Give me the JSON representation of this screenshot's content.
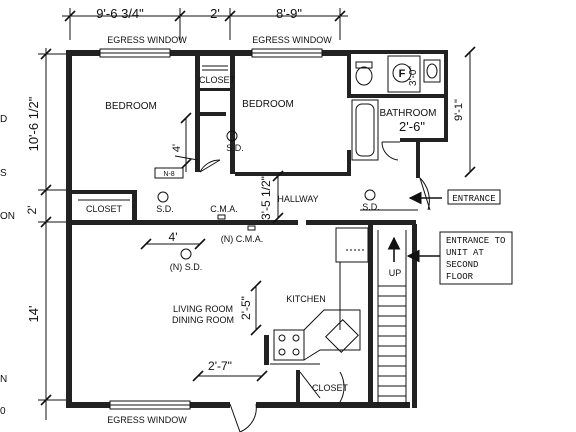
{
  "dimensions": {
    "top_left": "9'-6 3/4\"",
    "top_mid": "2'",
    "top_right": "8'-9\"",
    "left_upper": "10'-6 1/2\"",
    "left_mid": "2'",
    "left_lower": "14'",
    "bath_right": "9'-1\"",
    "bath_width": "2'-6\"",
    "shower": "3'-0\"",
    "closet_wall": "4'",
    "hallway_width": "3'-5 1/2\"",
    "living_wall": "4'",
    "kitchen_counter": "2'-5\"",
    "kitchen_floor": "2'-7\""
  },
  "rooms": {
    "bedroom_1": "BEDROOM",
    "bedroom_2": "BEDROOM",
    "closet_top": "CLOSET",
    "closet_left": "CLOSET",
    "closet_bottom": "CLOSET",
    "bathroom": "BATHROOM",
    "hallway": "HALLWAY",
    "kitchen": "KITCHEN",
    "living_line1": "LIVING ROOM",
    "living_line2": "DINING ROOM"
  },
  "windows": {
    "top_left": "EGRESS WINDOW",
    "top_right": "EGRESS WINDOW",
    "bottom": "EGRESS WINDOW"
  },
  "fixtures": {
    "sd_1": "S.D.",
    "sd_2": "S.D.",
    "sd_3": "S.D.",
    "sd_new": "(N) S.D.",
    "cma": "C.M.A.",
    "cma_new": "(N) C.M.A.",
    "n8": "N-8",
    "f_mark": "F",
    "up": "UP"
  },
  "callouts": {
    "entrance": "ENTRANCE",
    "entrance_upper": [
      "ENTRANCE TO",
      "UNIT AT",
      "SECOND",
      "FLOOR"
    ]
  },
  "edge_fragments": [
    "D",
    "S",
    "ON",
    "N",
    "0"
  ]
}
